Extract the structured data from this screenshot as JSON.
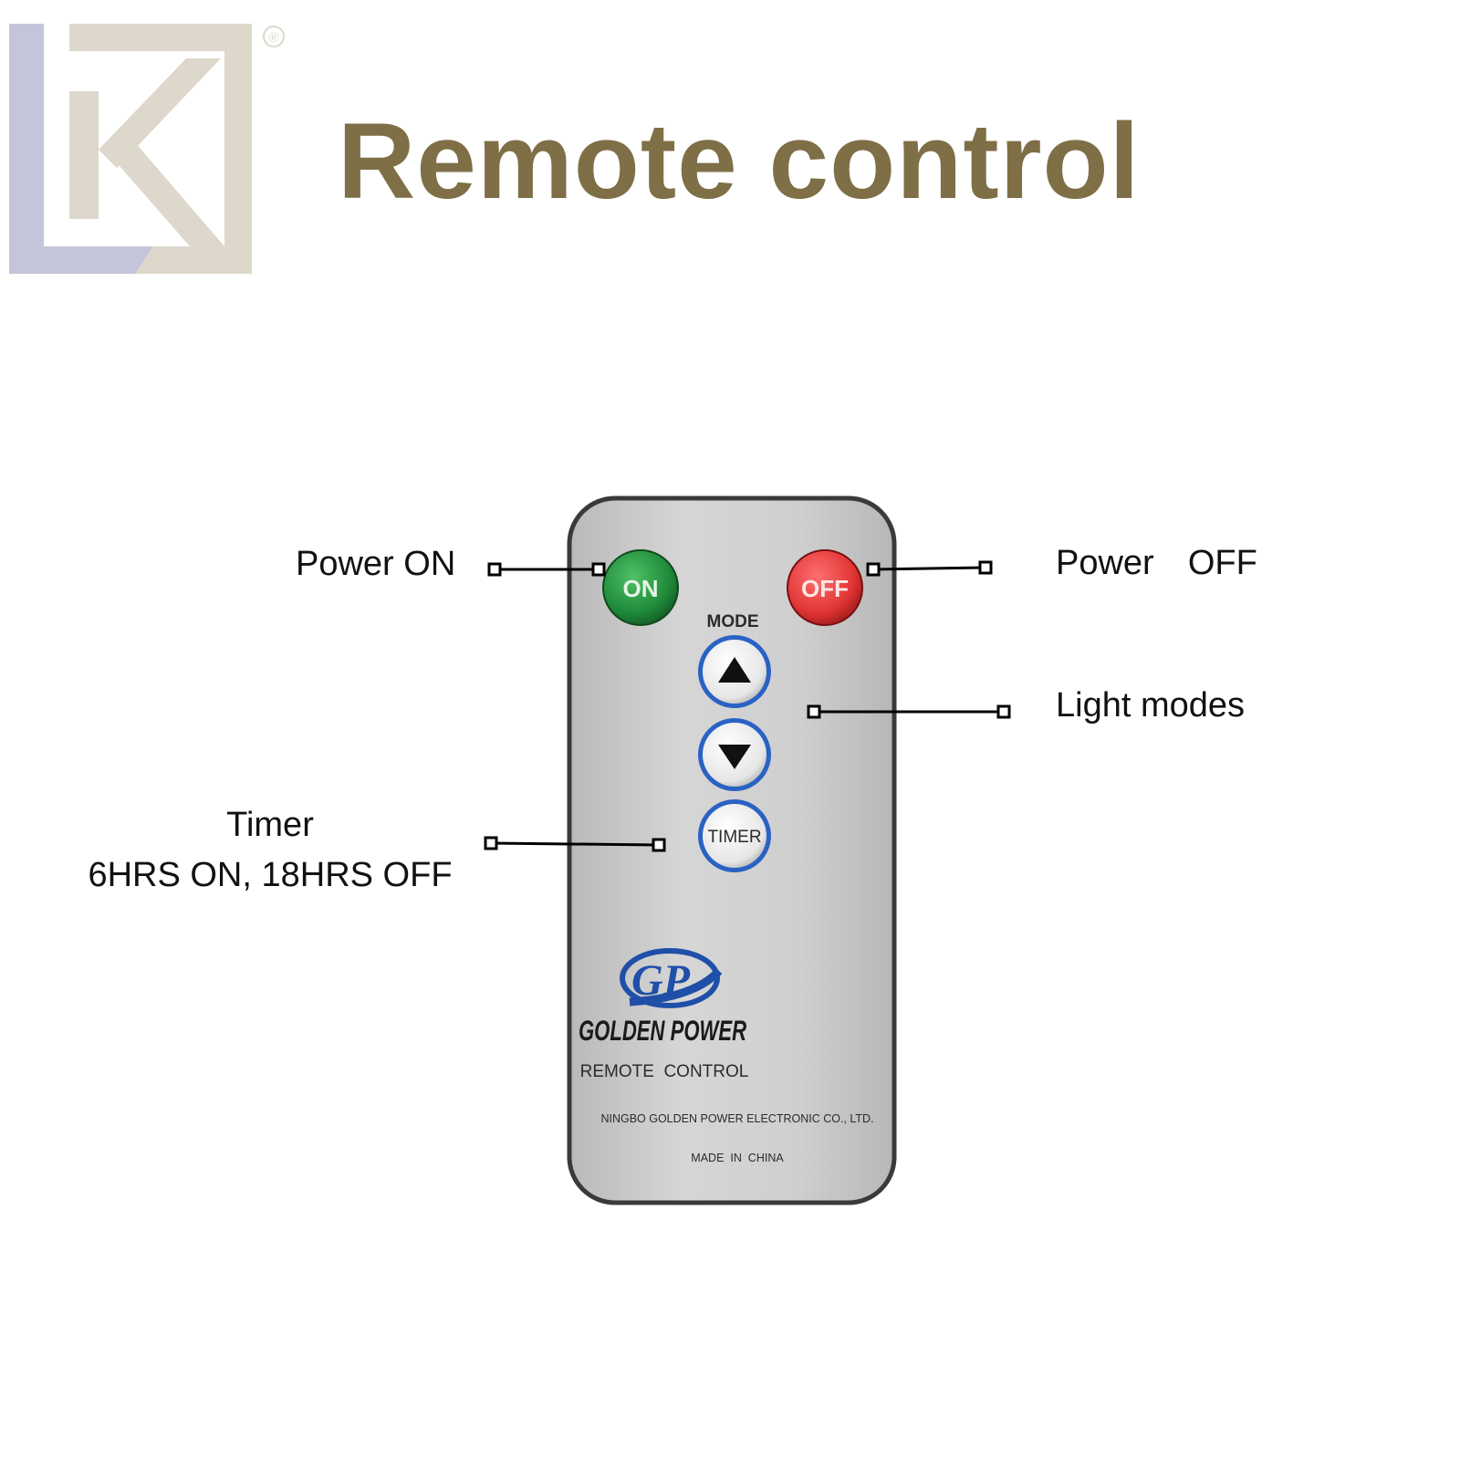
{
  "title": "Remote control",
  "logo": {
    "letter": "K",
    "registered_mark": "®"
  },
  "colors": {
    "title": "#7e6f47",
    "logo_grey": "#ddd8cb",
    "logo_lavender": "#c4c4da",
    "remote_body": "#c9c9c9",
    "remote_border": "#3a3a3a",
    "on_button": "#1f8a3a",
    "off_button": "#e03434",
    "ring_blue": "#2a62c4",
    "brand_blue": "#1f4fa8",
    "callout_line": "#000000"
  },
  "callouts": {
    "power_on": "Power ON",
    "power_off": "Power  OFF",
    "light_modes": "Light modes",
    "timer_title": "Timer",
    "timer_detail": "6HRS ON, 18HRS OFF"
  },
  "remote": {
    "on_label": "ON",
    "off_label": "OFF",
    "mode_label": "MODE",
    "up_icon": "triangle-up-icon",
    "down_icon": "triangle-down-icon",
    "timer_label": "TIMER",
    "brand_logo": "GP",
    "brand_name": "GOLDEN POWER",
    "product": "REMOTE  CONTROL",
    "manufacturer": "NINGBO GOLDEN POWER ELECTRONIC CO., LTD.",
    "origin": "MADE  IN  CHINA"
  }
}
